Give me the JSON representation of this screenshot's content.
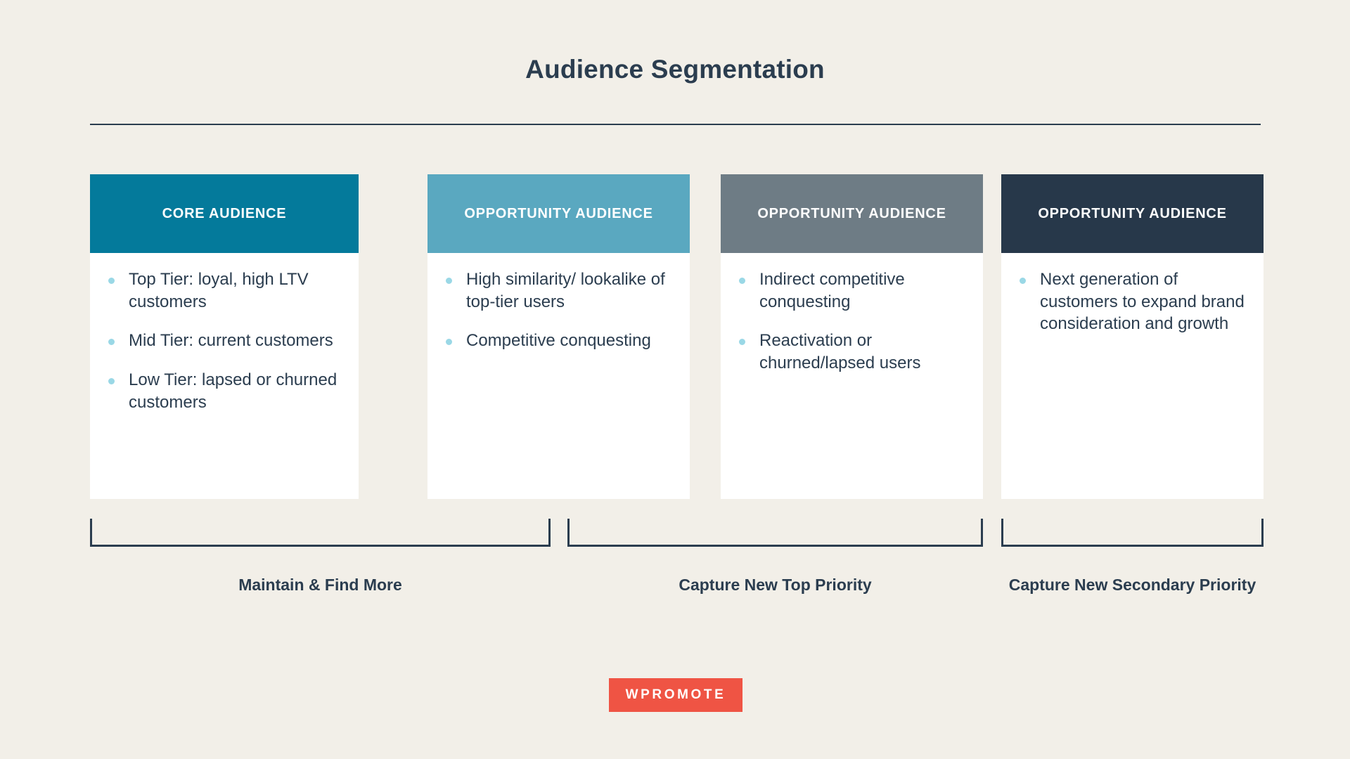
{
  "slide": {
    "title": "Audience Segmentation",
    "background_color": "#f2efe8",
    "text_color": "#2b3d4f",
    "bullet_color": "#9ad8e6"
  },
  "columns": [
    {
      "header": "CORE AUDIENCE",
      "header_color": "#047a9b",
      "bullets": [
        "Top Tier: loyal, high LTV customers",
        "Mid Tier: current customers",
        "Low Tier: lapsed or churned customers"
      ]
    },
    {
      "header": "OPPORTUNITY AUDIENCE",
      "header_color": "#5aa8c0",
      "bullets": [
        "High similarity/ lookalike of top-tier users",
        "Competitive conquesting"
      ]
    },
    {
      "header": "OPPORTUNITY AUDIENCE",
      "header_color": "#6e7c85",
      "bullets": [
        "Indirect competitive conquesting",
        "Reactivation or churned/lapsed users"
      ]
    },
    {
      "header": "OPPORTUNITY AUDIENCE",
      "header_color": "#27384a",
      "bullets": [
        "Next generation of customers to expand brand consideration and growth"
      ]
    }
  ],
  "groupings": [
    {
      "caption": "Maintain & Find More"
    },
    {
      "caption": "Capture New Top Priority"
    },
    {
      "caption": "Capture New Secondary Priority"
    }
  ],
  "logo": {
    "text": "WPROMOTE",
    "color": "#ef5444"
  }
}
